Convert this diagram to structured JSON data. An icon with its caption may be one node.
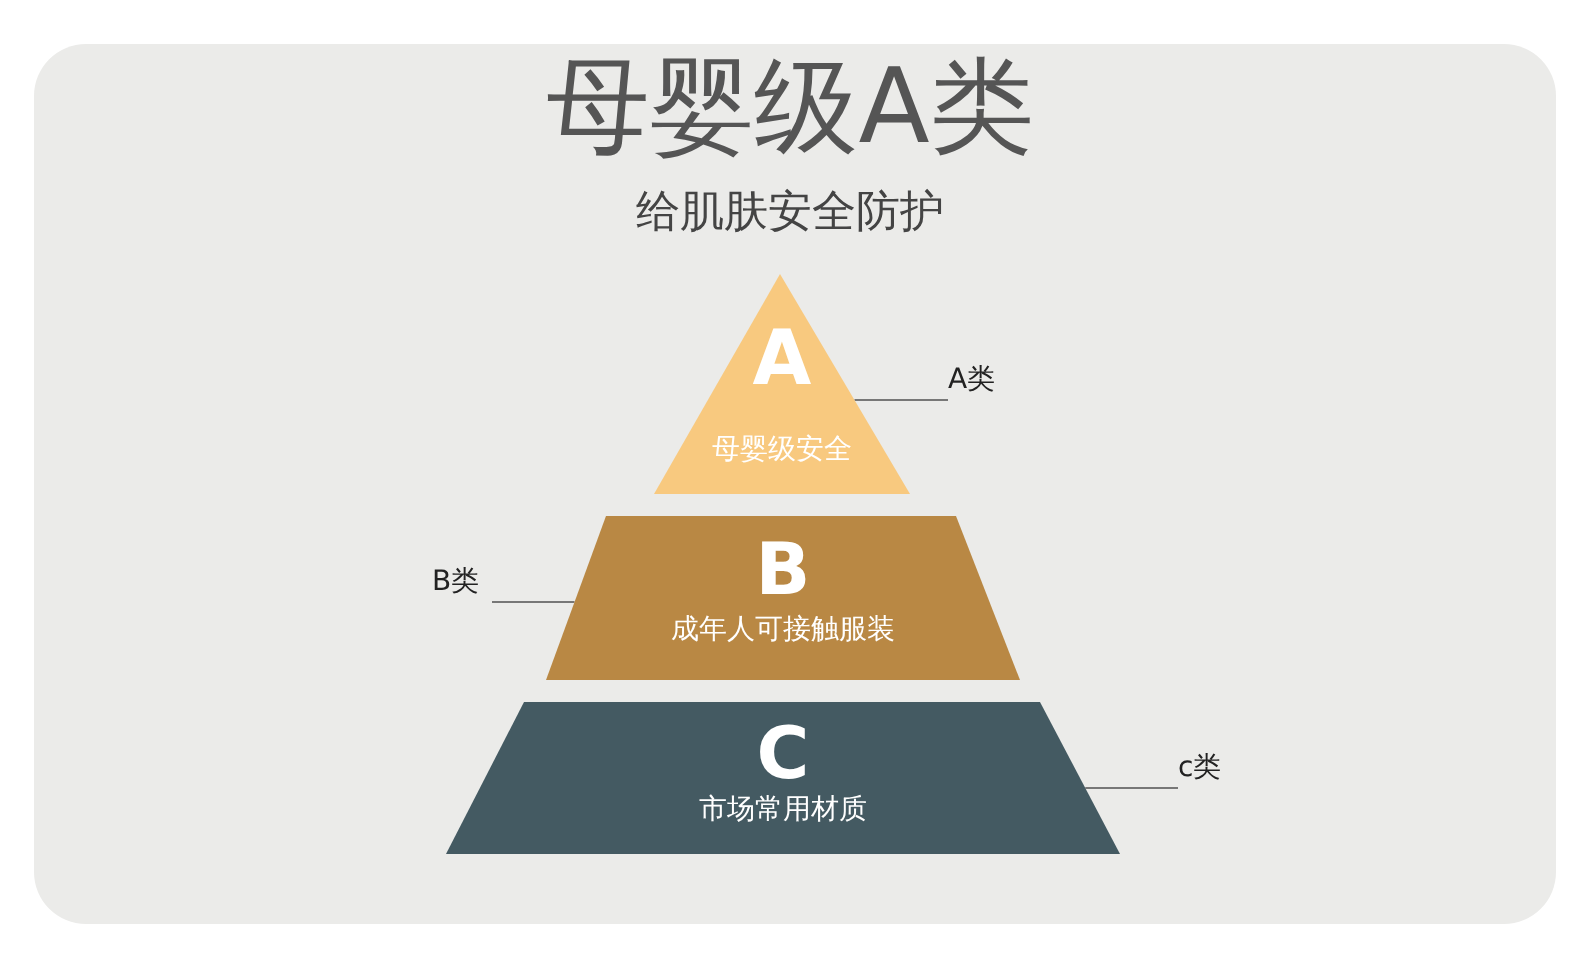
{
  "diagram": {
    "title": "母婴级A类",
    "nodes": [
      {
        "text": [
          "A",
          "母婴级安全"
        ]
      },
      {
        "text": [
          "B",
          "成年人可接触服装"
        ]
      },
      {
        "text": [
          "C",
          "市场常用材质"
        ]
      },
      {
        "text": [
          "A类"
        ]
      },
      {
        "text": [
          "B类"
        ]
      },
      {
        "text": [
          "c类"
        ]
      }
    ],
    "edges": [
      {
        "from": 3,
        "to": 0,
        "arrow": "none"
      },
      {
        "from": 4,
        "to": 1,
        "arrow": "none"
      },
      {
        "from": 5,
        "to": 2,
        "arrow": "none"
      }
    ],
    "labels": [
      "给肌肤安全防护"
    ]
  }
}
